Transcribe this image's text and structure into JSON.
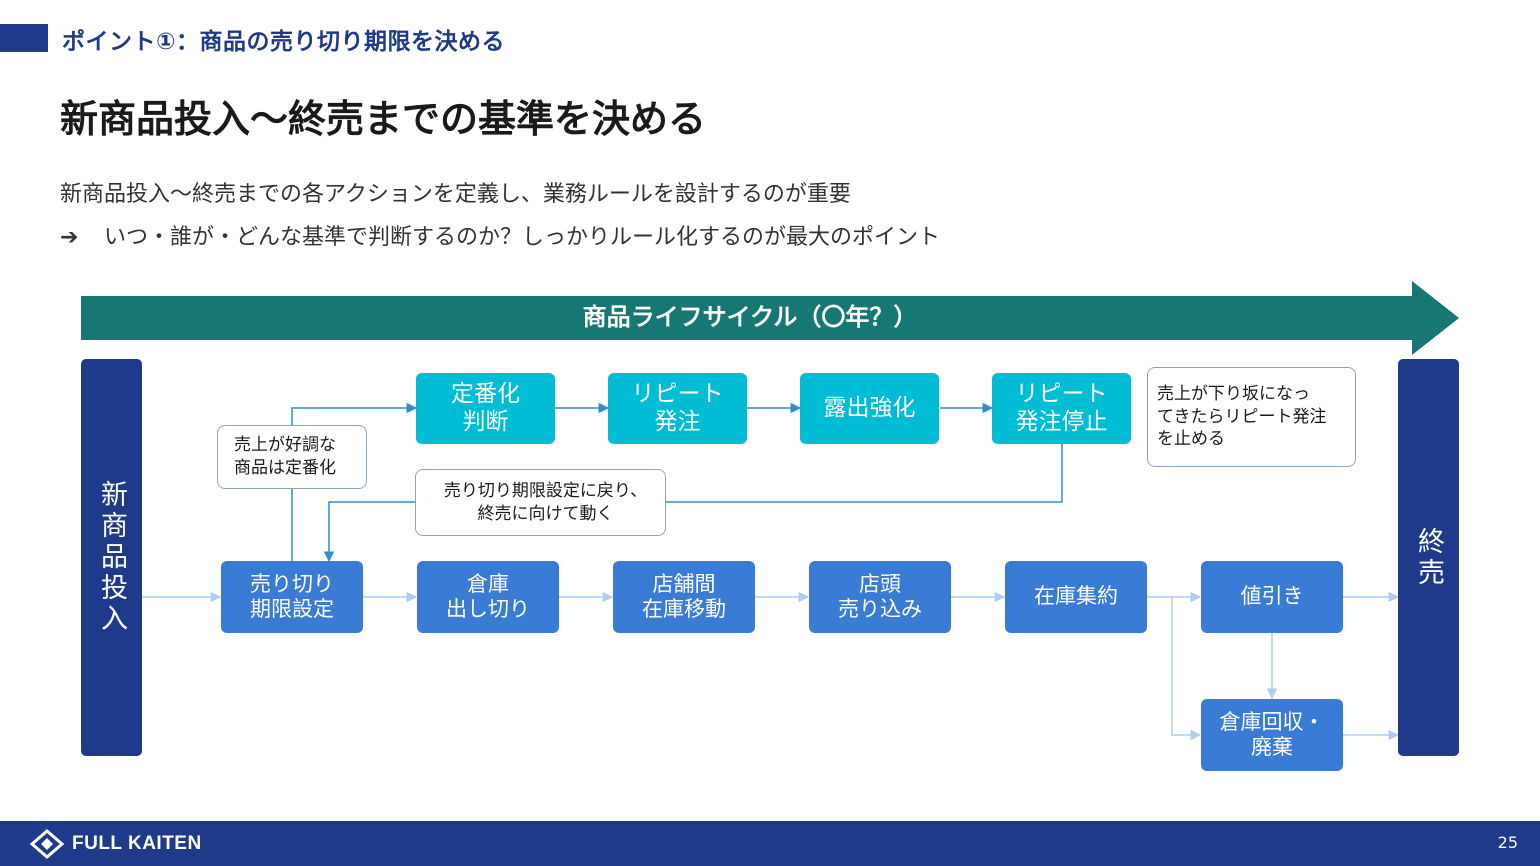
{
  "header": {
    "section_label": "ポイント①：商品の売り切り期限を決める",
    "title": "新商品投入〜終売までの基準を決める"
  },
  "description": {
    "line1": "新商品投入〜終売までの各アクションを定義し、業務ルールを設計するのが重要",
    "arrow": "➔",
    "line2": "いつ・誰が・どんな基準で判断するのか？しっかりルール化するのが最大のポイント"
  },
  "lifecycle": {
    "label": "商品ライフサイクル（〇年？）"
  },
  "bars": {
    "start": "新商品投入",
    "end": "終売"
  },
  "top_flow": [
    "定番化\n判断",
    "リピート\n発注",
    "露出強化",
    "リピート\n発注停止"
  ],
  "main_flow": [
    "売り切り\n期限設定",
    "倉庫\n出し切り",
    "店舗間\n在庫移動",
    "店頭\n売り込み",
    "在庫集約",
    "値引き"
  ],
  "disposal": "倉庫回収・\n廃棄",
  "notes": {
    "standardize": "売上が好調な\n商品は定番化",
    "return": "売り切り期限設定に戻り、\n終売に向けて動く",
    "stop": "売上が下り坂になっ\nてきたらリピート発注\nを止める"
  },
  "footer": {
    "logo": "FULL KAITEN",
    "page": "25"
  },
  "colors": {
    "navy": "#1f3a8a",
    "teal_bar": "#177873",
    "cyan": "#00bcd4",
    "blue": "#3a7bd5",
    "connector": "#aecdf0"
  }
}
